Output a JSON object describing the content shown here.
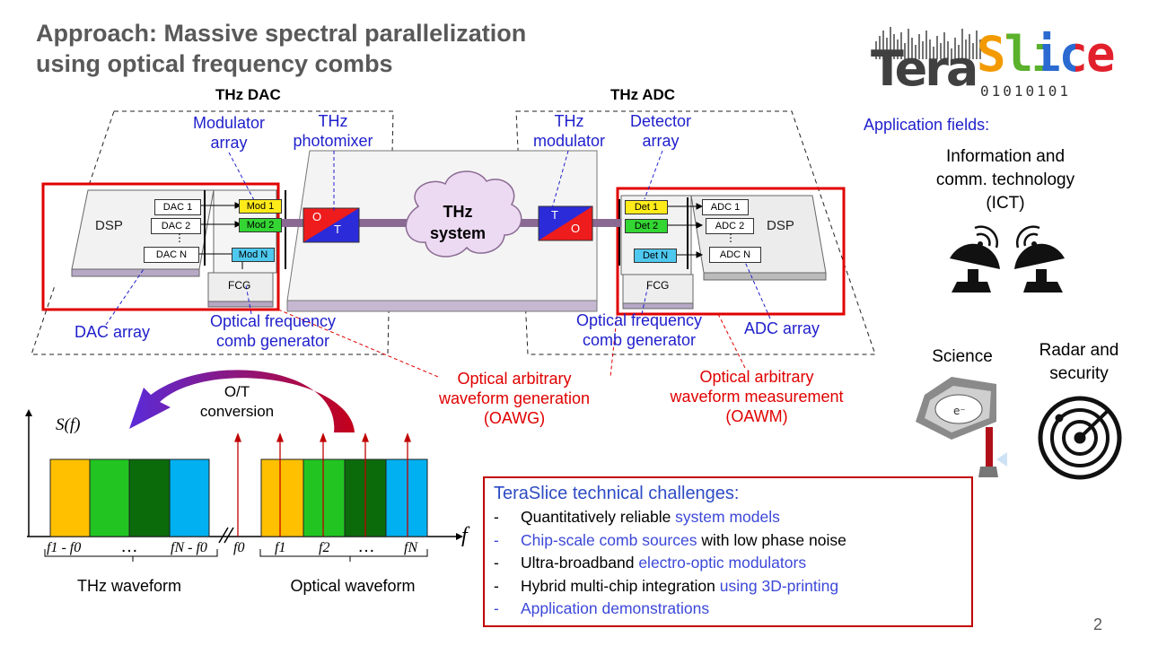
{
  "slide": {
    "title_line1": "Approach: Massive spectral parallelization",
    "title_line2": "using optical frequency combs",
    "page_number": "2"
  },
  "logo": {
    "part1": "Tera",
    "part2": "Slice",
    "binary": "01010101"
  },
  "diagram": {
    "dac_header": "THz DAC",
    "adc_header": "THz ADC",
    "modulator_array_l1": "Modulator",
    "modulator_array_l2": "array",
    "photomixer_l1": "THz",
    "photomixer_l2": "photomixer",
    "thz_modulator_l1": "THz",
    "thz_modulator_l2": "modulator",
    "detector_array_l1": "Detector",
    "detector_array_l2": "array",
    "dsp_left": "DSP",
    "dsp_right": "DSP",
    "dac_blocks": [
      "DAC 1",
      "DAC 2",
      "⋮",
      "DAC N"
    ],
    "mod_blocks": [
      "Mod 1",
      "Mod 2",
      "Mod N"
    ],
    "det_blocks": [
      "Det 1",
      "Det 2",
      "Det N"
    ],
    "adc_blocks": [
      "ADC 1",
      "ADC 2",
      "⋮",
      "ADC N"
    ],
    "fcg_left": "FCG",
    "fcg_right": "FCG",
    "ot_o": "O",
    "ot_t": "T",
    "to_t": "T",
    "to_o": "O",
    "cloud_l1": "THz",
    "cloud_l2": "system",
    "dac_array": "DAC array",
    "adc_array": "ADC array",
    "ofcg_left_l1": "Optical frequency",
    "ofcg_left_l2": "comb generator",
    "ofcg_right_l1": "Optical frequency",
    "ofcg_right_l2": "comb generator",
    "oawg_l1": "Optical arbitrary",
    "oawg_l2": "waveform generation",
    "oawg_l3": "(OAWG)",
    "oawm_l1": "Optical arbitrary",
    "oawm_l2": "waveform measurement",
    "oawm_l3": "(OAWM)"
  },
  "spectrum": {
    "y_label": "S(f)",
    "x_label": "f",
    "conversion_l1": "O/T",
    "conversion_l2": "conversion",
    "thz_waveform": "THz waveform",
    "optical_waveform": "Optical waveform",
    "tick_f1f0": "f1 - f0",
    "tick_dots_left": "…",
    "tick_fNf0": "fN - f0",
    "tick_f0": "f0",
    "tick_f1": "f1",
    "tick_f2": "f2",
    "tick_dots_right": "…",
    "tick_fN": "fN",
    "band_colors": [
      "#ffc000",
      "#22c422",
      "#0b6b0b",
      "#00b0f0"
    ]
  },
  "applications": {
    "header": "Application fields:",
    "ict_l1": "Information and",
    "ict_l2": "comm. technology",
    "ict_l3": "(ICT)",
    "science": "Science",
    "radar_l1": "Radar and",
    "radar_l2": "security"
  },
  "challenges": {
    "title": "TeraSlice technical challenges:",
    "items": [
      {
        "dash": "-",
        "pre": "Quantitatively reliable ",
        "hl": "system models",
        "post": ""
      },
      {
        "dash": "-",
        "pre": "",
        "hl": "Chip-scale comb sources",
        "post": " with low phase noise"
      },
      {
        "dash": "-",
        "pre": "Ultra-broadband ",
        "hl": "electro-optic modulators",
        "post": ""
      },
      {
        "dash": "-",
        "pre": "Hybrid multi-chip integration ",
        "hl": "using 3D-printing",
        "post": ""
      },
      {
        "dash": "-",
        "pre": "",
        "hl": "Application demonstrations",
        "post": ""
      }
    ]
  }
}
